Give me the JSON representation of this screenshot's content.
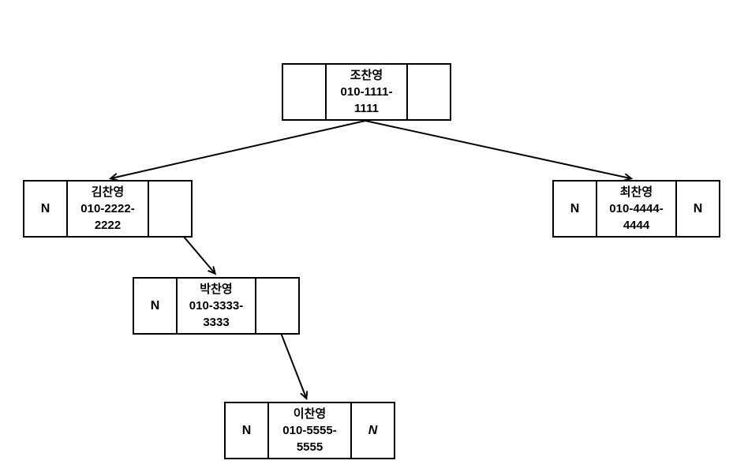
{
  "diagram": {
    "type": "linked-tree-node-diagram",
    "colors": {
      "background": "#ffffff",
      "line": "#000000",
      "text": "#000000"
    },
    "nodes": [
      {
        "id": "root",
        "left_pointer": "",
        "name": "조찬영",
        "phone_lines": [
          "010-1111-",
          "1111"
        ],
        "right_pointer": ""
      },
      {
        "id": "kim",
        "left_pointer": "N",
        "name": "김찬영",
        "phone_lines": [
          "010-2222-",
          "2222"
        ],
        "right_pointer": ""
      },
      {
        "id": "choi",
        "left_pointer": "N",
        "name": "최찬영",
        "phone_lines": [
          "010-4444-",
          "4444"
        ],
        "right_pointer": "N"
      },
      {
        "id": "park",
        "left_pointer": "N",
        "name": "박찬영",
        "phone_lines": [
          "010-3333-",
          "3333"
        ],
        "right_pointer": ""
      },
      {
        "id": "lee",
        "left_pointer": "N",
        "name": "이찬영",
        "phone_lines": [
          "010-5555-",
          "5555"
        ],
        "right_pointer": "N"
      }
    ]
  }
}
